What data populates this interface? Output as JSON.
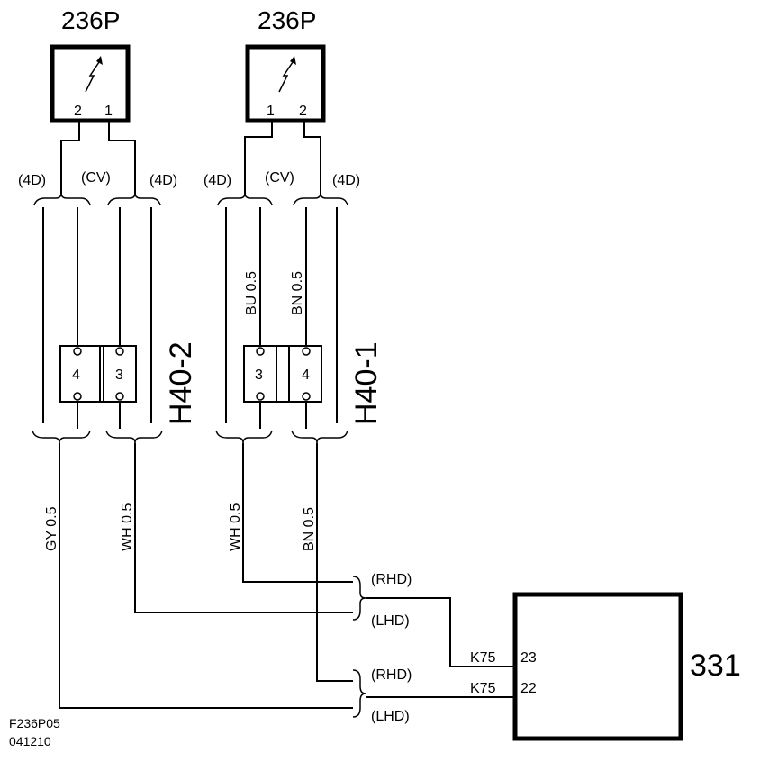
{
  "sensors": {
    "left": {
      "title": "236P",
      "pin_a": "2",
      "pin_b": "1"
    },
    "right": {
      "title": "236P",
      "pin_a": "1",
      "pin_b": "2"
    }
  },
  "variants": {
    "v4d": "(4D)",
    "cv": "(CV)"
  },
  "connectors": {
    "h40_2": {
      "label": "H40-2",
      "pin_left": "4",
      "pin_right": "3"
    },
    "h40_1": {
      "label": "H40-1",
      "pin_left": "3",
      "pin_right": "4"
    }
  },
  "wires": {
    "bu": "BU 0.5",
    "bn_top": "BN 0.5",
    "gy": "GY  0.5",
    "wh_left": "WH  0.5",
    "wh_right": "WH  0.5",
    "bn_bottom": "BN  0.5"
  },
  "routing": {
    "rhd": "(RHD)",
    "lhd": "(LHD)"
  },
  "module": {
    "id": "331",
    "k75_a": "K75",
    "pin_23": "23",
    "k75_b": "K75",
    "pin_22": "22"
  },
  "footer": {
    "code": "F236P05",
    "date": "041210"
  }
}
